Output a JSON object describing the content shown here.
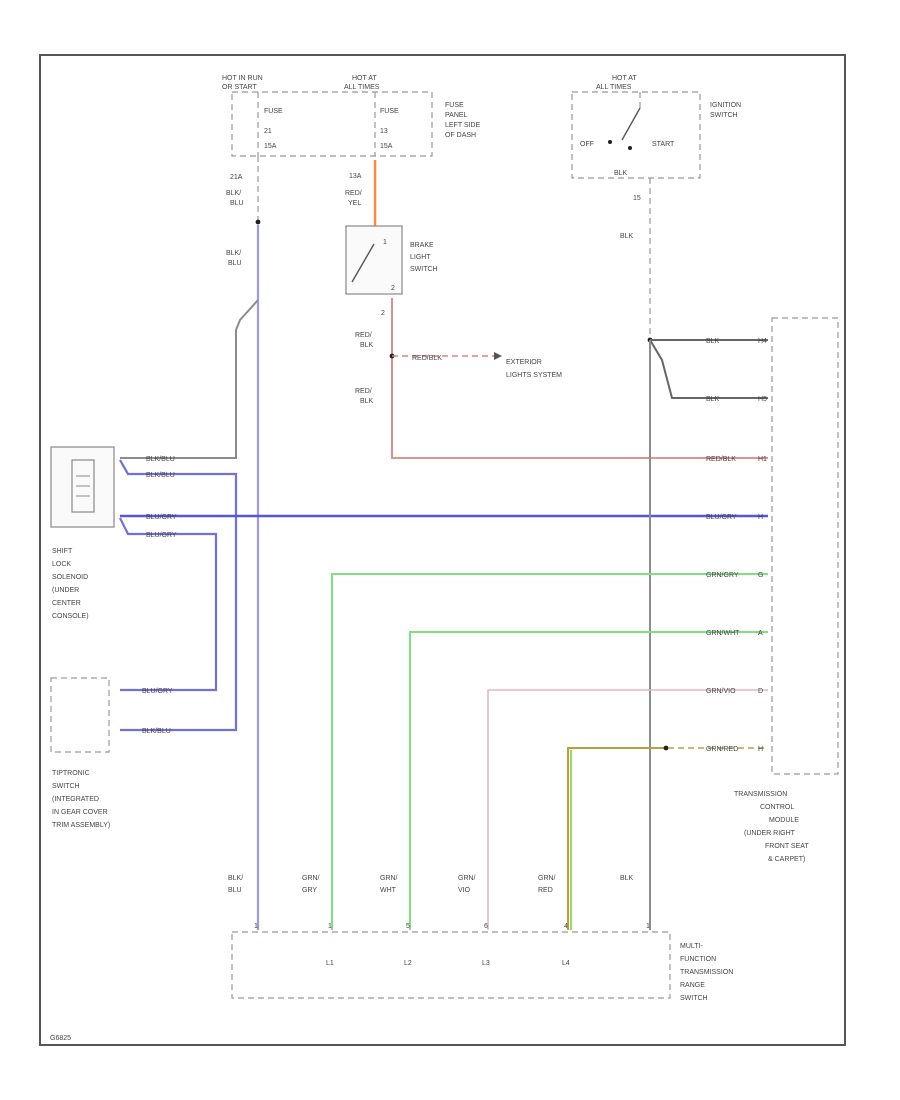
{
  "diagram": {
    "code": "G6825",
    "fuse_block": {
      "hot_in_run": [
        "HOT IN RUN",
        "OR START"
      ],
      "hot_at_all": [
        "HOT AT",
        "ALL TIMES"
      ],
      "fuse_left": [
        "FUSE",
        "21",
        "15A"
      ],
      "fuse_right": [
        "FUSE",
        "13",
        "15A"
      ],
      "label": [
        "FUSE",
        "PANEL",
        "LEFT SIDE",
        "OF DASH"
      ]
    },
    "ignition": {
      "hot": [
        "HOT AT",
        "ALL TIMES"
      ],
      "off": "OFF",
      "start": "START",
      "label": [
        "IGNITION",
        "SWITCH"
      ],
      "pin": "BLK",
      "wire_pin": "15",
      "wire": "BLK"
    },
    "wires_top": {
      "left_pin": "21A",
      "left_color1": [
        "BLK/",
        "BLU"
      ],
      "left_color2": [
        "BLK/",
        "BLU"
      ],
      "mid_pin": "13A",
      "mid_color": [
        "RED/",
        "YEL"
      ]
    },
    "brake_switch": {
      "label": [
        "BRAKE",
        "LIGHT",
        "SWITCH"
      ],
      "pin_in": "1",
      "pin_out": "2",
      "wire_color1": [
        "RED/",
        "BLK"
      ],
      "wire_color2": [
        "RED/",
        "BLK"
      ],
      "out_pin": "2",
      "exterior_wire": "RED/BLK",
      "exterior_label": [
        "EXTERIOR",
        "LIGHTS SYSTEM"
      ]
    },
    "shift_lock": {
      "label": [
        "SHIFT",
        "LOCK",
        "SOLENOID",
        "(UNDER",
        "CENTER",
        "CONSOLE)"
      ],
      "wire1": "BLK/BLU",
      "wire2": "BLK/BLU",
      "wire3": "BLU/GRY",
      "wire4": "BLU/GRY"
    },
    "tiptronic": {
      "label": [
        "TIPTRONIC",
        "SWITCH",
        "(INTEGRATED",
        "IN GEAR COVER",
        "TRIM ASSEMBLY)"
      ],
      "wire1": "BLU/GRY",
      "wire2": "BLK/BLU"
    },
    "tcm": {
      "label": [
        "TRANSMISSION",
        "CONTROL",
        "MODULE",
        "(UNDER RIGHT",
        "FRONT SEAT",
        "& CARPET)"
      ],
      "wires": [
        {
          "color": "BLK",
          "pin": "H4"
        },
        {
          "color": "BLK",
          "pin": "H5"
        },
        {
          "color": "RED/BLK",
          "pin": "H1"
        },
        {
          "color": "BLU/GRY",
          "pin": "H"
        },
        {
          "color": "GRN/GRY",
          "pin": "G"
        },
        {
          "color": "GRN/WHT",
          "pin": "A"
        },
        {
          "color": "GRN/VIO",
          "pin": "D"
        },
        {
          "color": "GRN/RED",
          "pin": "H"
        }
      ]
    },
    "mftr_switch": {
      "label": [
        "MULTI-",
        "FUNCTION",
        "TRANSMISSION",
        "RANGE",
        "SWITCH"
      ],
      "wires": [
        {
          "color": [
            "BLK/",
            "BLU"
          ],
          "pin": "1"
        },
        {
          "color": [
            "GRN/",
            "GRY"
          ],
          "pin": "1"
        },
        {
          "color": [
            "GRN/",
            "WHT"
          ],
          "pin": "5"
        },
        {
          "color": [
            "GRN/",
            "VIO"
          ],
          "pin": "6"
        },
        {
          "color": [
            "GRN/",
            "RED"
          ],
          "pin": "4"
        },
        {
          "color": [
            "BLK"
          ],
          "pin": "1"
        }
      ],
      "contacts": [
        "L1",
        "L2",
        "L3",
        "L4"
      ]
    },
    "colors": {
      "blue": "#7070e0",
      "green": "#7ee07e",
      "red": "#e08080",
      "orange": "#ff8a40",
      "gray": "#8c8c8c"
    }
  }
}
